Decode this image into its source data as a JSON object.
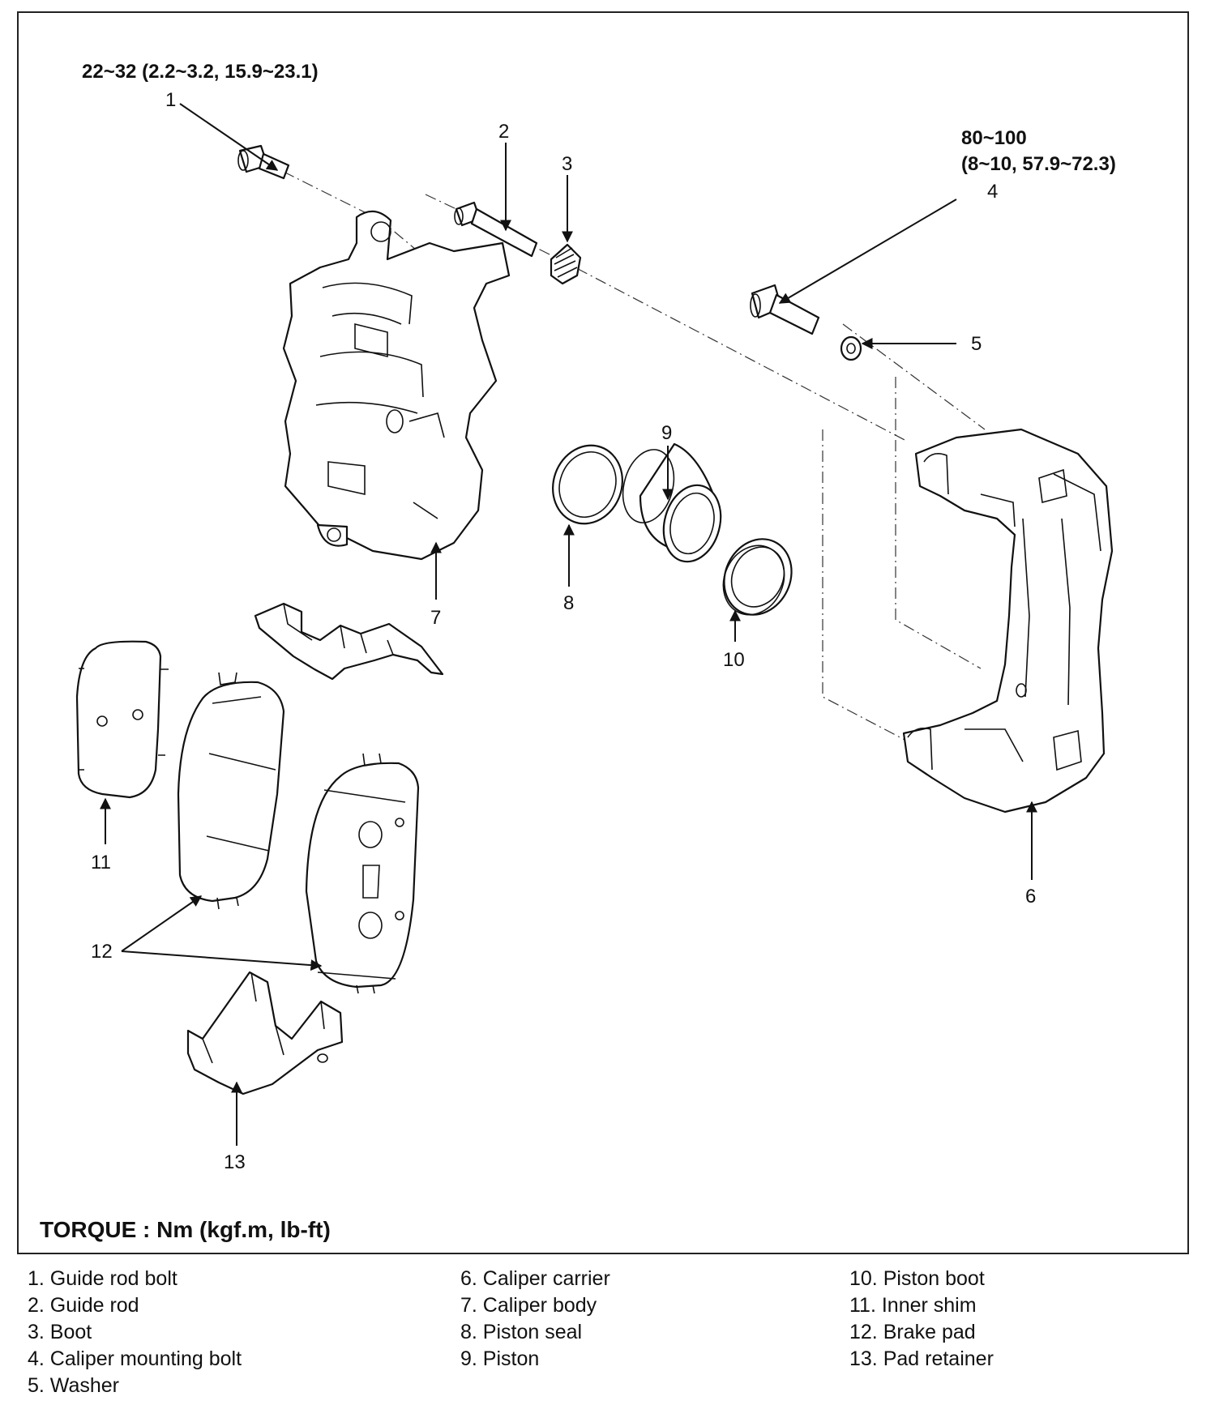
{
  "diagram": {
    "torque_title": "TORQUE : Nm (kgf.m, lb-ft)",
    "torque_guide_bolt": "22~32 (2.2~3.2, 15.9~23.1)",
    "torque_mount_bolt_line1": "80~100",
    "torque_mount_bolt_line2": "(8~10, 57.9~72.3)",
    "callouts": [
      "1",
      "2",
      "3",
      "4",
      "5",
      "6",
      "7",
      "8",
      "9",
      "10",
      "11",
      "12",
      "13"
    ]
  },
  "legend": {
    "col1": [
      "1. Guide rod bolt",
      "2. Guide rod",
      "3. Boot",
      "4. Caliper mounting bolt",
      "5. Washer"
    ],
    "col2": [
      "6. Caliper carrier",
      "7. Caliper body",
      "8. Piston seal",
      "9. Piston"
    ],
    "col3": [
      "10. Piston boot",
      "11. Inner shim",
      "12. Brake pad",
      "13. Pad retainer"
    ]
  }
}
